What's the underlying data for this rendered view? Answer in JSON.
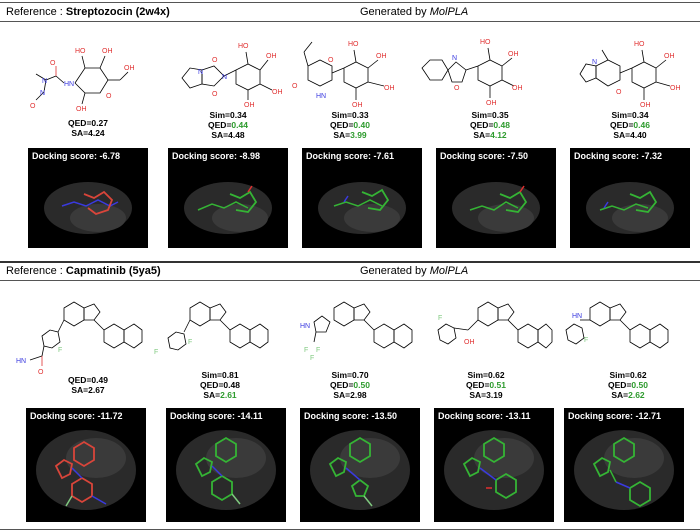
{
  "rows": [
    {
      "ref_label": "Reference : ",
      "ref_name": "Streptozocin (2w4x)",
      "gen_prefix": "Generated by ",
      "gen_model": "MolPLA",
      "reference": {
        "qed_label": "QED=",
        "qed": "0.27",
        "sa_label": "SA=",
        "sa": "4.24",
        "docking_label": "Docking score: ",
        "docking": "-6.78"
      },
      "generated": [
        {
          "sim_label": "Sim=",
          "sim": "0.34",
          "qed_label": "QED=",
          "qed": "0.44",
          "qed_better": true,
          "sa_label": "SA=",
          "sa": "4.48",
          "sa_better": false,
          "docking_label": "Docking score: ",
          "docking": "-8.98"
        },
        {
          "sim_label": "Sim=",
          "sim": "0.33",
          "qed_label": "QED=",
          "qed": "0.40",
          "qed_better": true,
          "sa_label": "SA=",
          "sa": "3.99",
          "sa_better": true,
          "docking_label": "Docking score: ",
          "docking": "-7.61"
        },
        {
          "sim_label": "Sim=",
          "sim": "0.35",
          "qed_label": "QED=",
          "qed": "0.48",
          "qed_better": true,
          "sa_label": "SA=",
          "sa": "4.12",
          "sa_better": true,
          "docking_label": "Docking score: ",
          "docking": "-7.50"
        },
        {
          "sim_label": "Sim=",
          "sim": "0.34",
          "qed_label": "QED=",
          "qed": "0.46",
          "qed_better": true,
          "sa_label": "SA=",
          "sa": "4.40",
          "sa_better": false,
          "docking_label": "Docking score: ",
          "docking": "-7.32"
        }
      ]
    },
    {
      "ref_label": "Reference : ",
      "ref_name": "Capmatinib (5ya5)",
      "gen_prefix": "Generated by ",
      "gen_model": "MolPLA",
      "reference": {
        "qed_label": "QED=",
        "qed": "0.49",
        "sa_label": "SA=",
        "sa": "2.67",
        "docking_label": "Docking score: ",
        "docking": "-11.72"
      },
      "generated": [
        {
          "sim_label": "Sim=",
          "sim": "0.81",
          "qed_label": "QED=",
          "qed": "0.48",
          "qed_better": false,
          "sa_label": "SA=",
          "sa": "2.61",
          "sa_better": true,
          "docking_label": "Docking score: ",
          "docking": "-14.11"
        },
        {
          "sim_label": "Sim=",
          "sim": "0.70",
          "qed_label": "QED=",
          "qed": "0.50",
          "qed_better": true,
          "sa_label": "SA=",
          "sa": "2.98",
          "sa_better": false,
          "docking_label": "Docking score: ",
          "docking": "-13.50"
        },
        {
          "sim_label": "Sim=",
          "sim": "0.62",
          "qed_label": "QED=",
          "qed": "0.51",
          "qed_better": true,
          "sa_label": "SA=",
          "sa": "3.19",
          "sa_better": false,
          "docking_label": "Docking score: ",
          "docking": "-13.11"
        },
        {
          "sim_label": "Sim=",
          "sim": "0.62",
          "qed_label": "QED=",
          "qed": "0.50",
          "qed_better": true,
          "sa_label": "SA=",
          "sa": "2.62",
          "sa_better": true,
          "docking_label": "Docking score: ",
          "docking": "-12.71"
        }
      ]
    }
  ],
  "colors": {
    "improved": "#2e9b2e",
    "reference_ligand": "#d9453a",
    "generated_ligand": "#35b435",
    "nitrogen": "#3a3adf",
    "oxygen": "#e03030",
    "fluorine": "#7fc97f"
  }
}
